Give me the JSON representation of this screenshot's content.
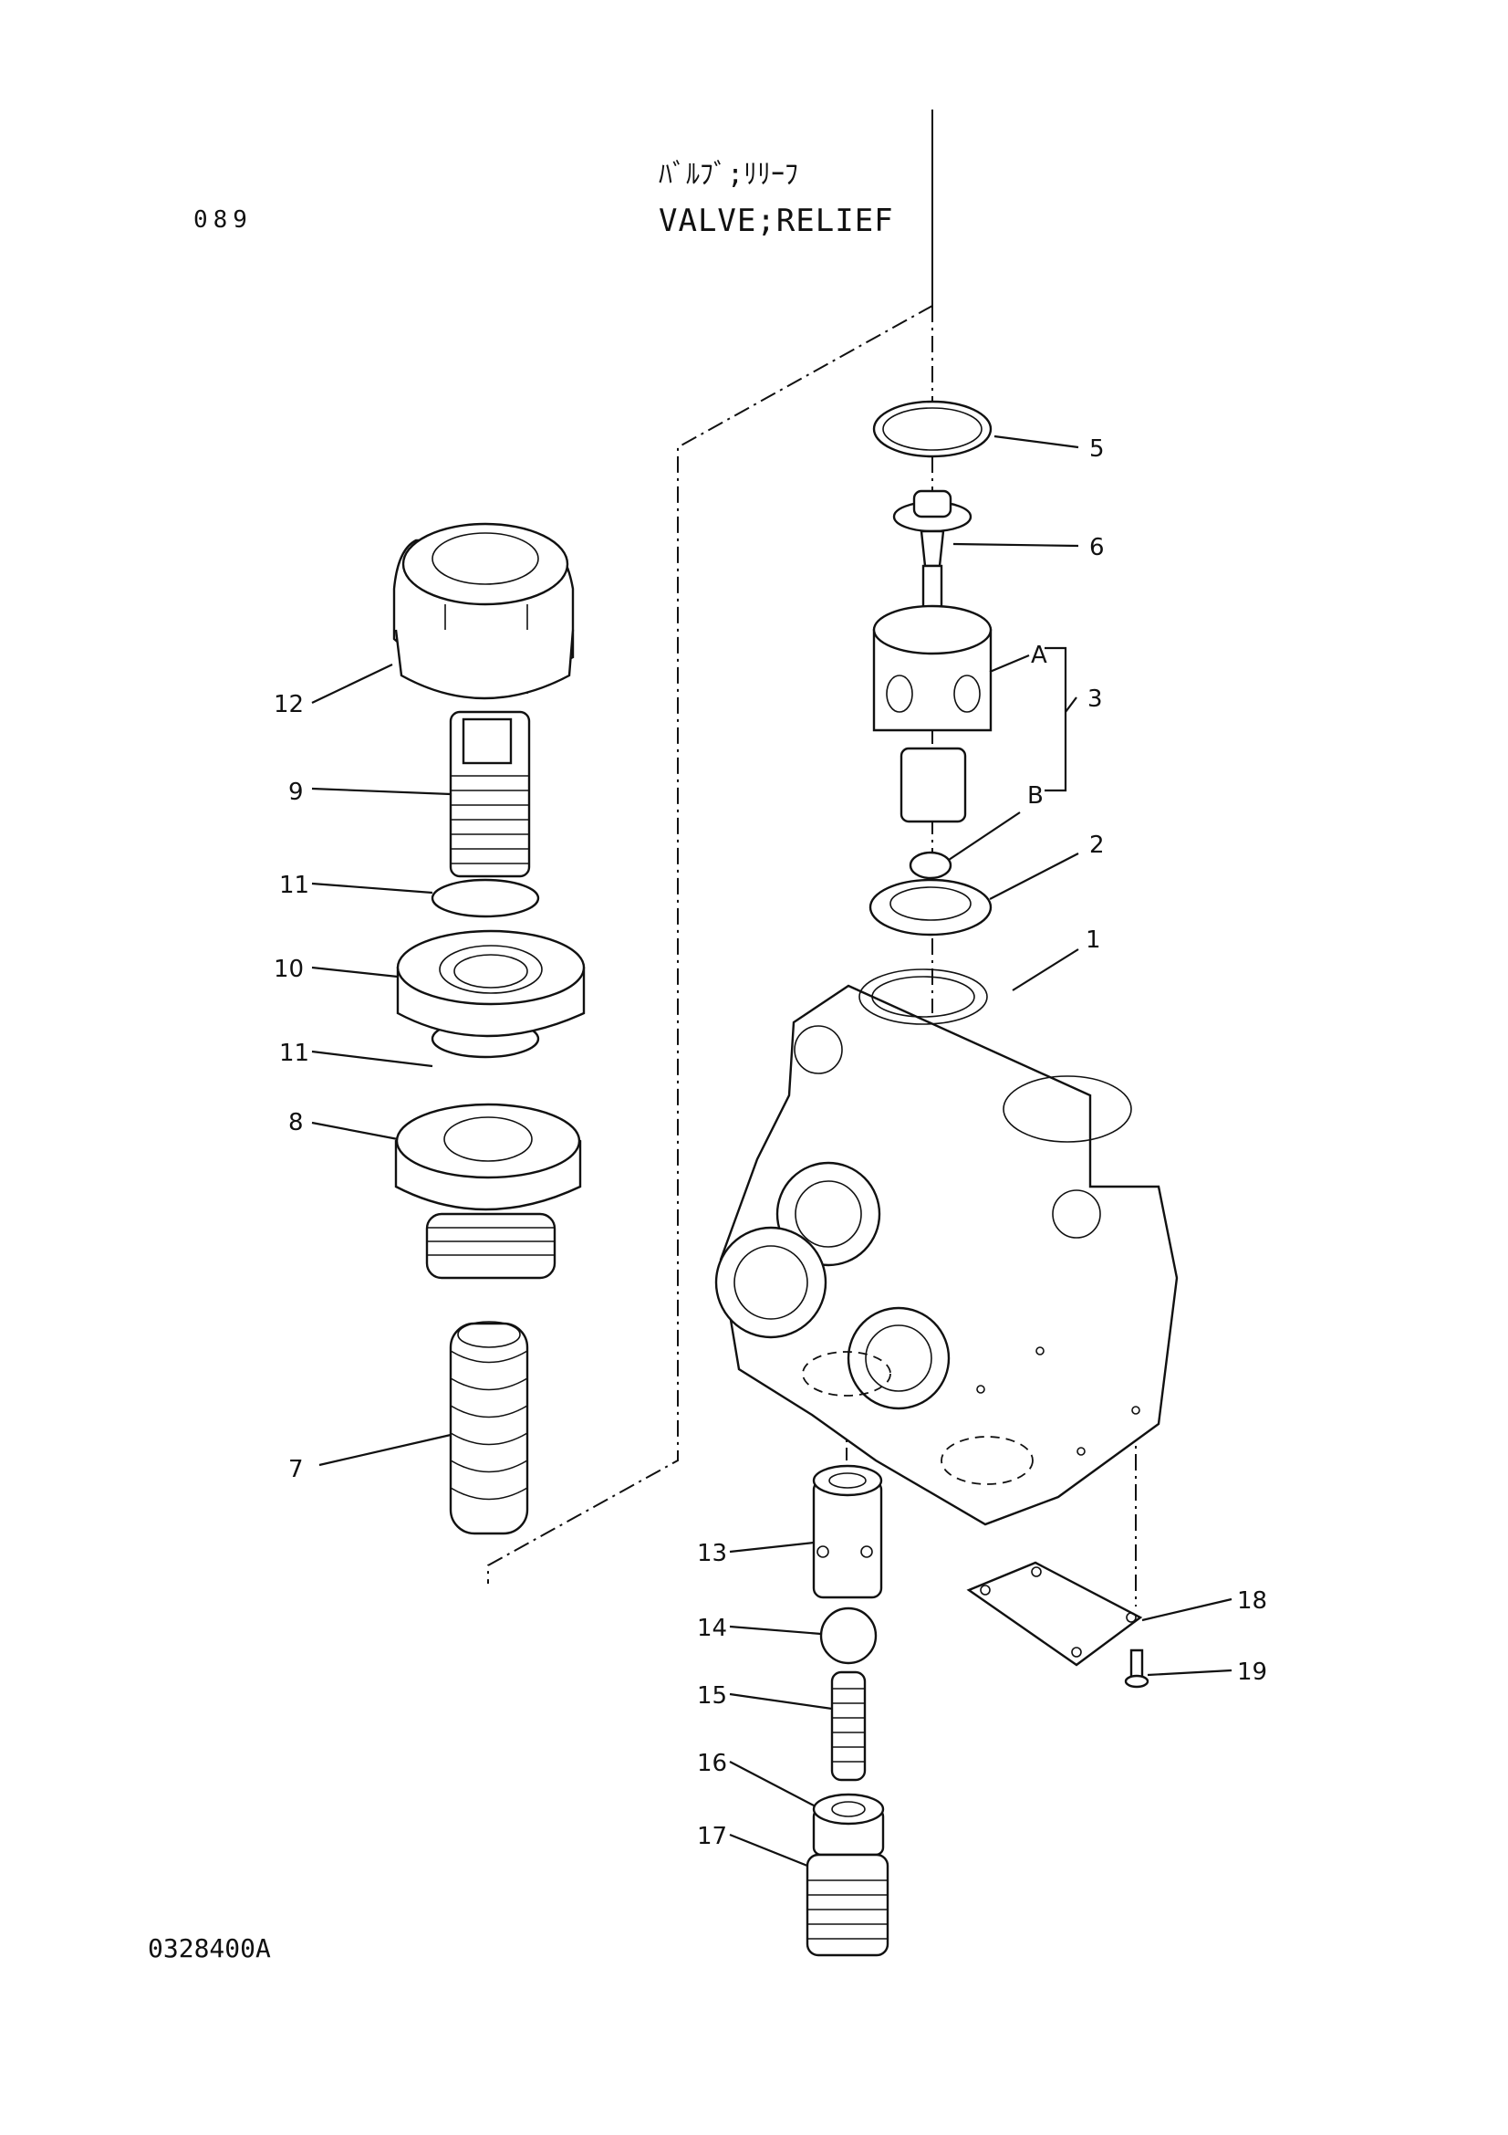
{
  "page": {
    "number": "089",
    "title_jp": "ﾊﾞﾙﾌﾞ;ﾘﾘｰﾌ",
    "title_en": "VALVE;RELIEF",
    "drawing_code": "0328400A"
  },
  "callouts": {
    "p1": "1",
    "p2": "2",
    "p3": "3",
    "p5": "5",
    "p6": "6",
    "p7": "7",
    "p8": "8",
    "p9": "9",
    "p10": "10",
    "p11a": "11",
    "p11b": "11",
    "p12": "12",
    "p13": "13",
    "p14": "14",
    "p15": "15",
    "p16": "16",
    "p17": "17",
    "p18": "18",
    "p19": "19",
    "subA": "A",
    "subB": "B"
  }
}
